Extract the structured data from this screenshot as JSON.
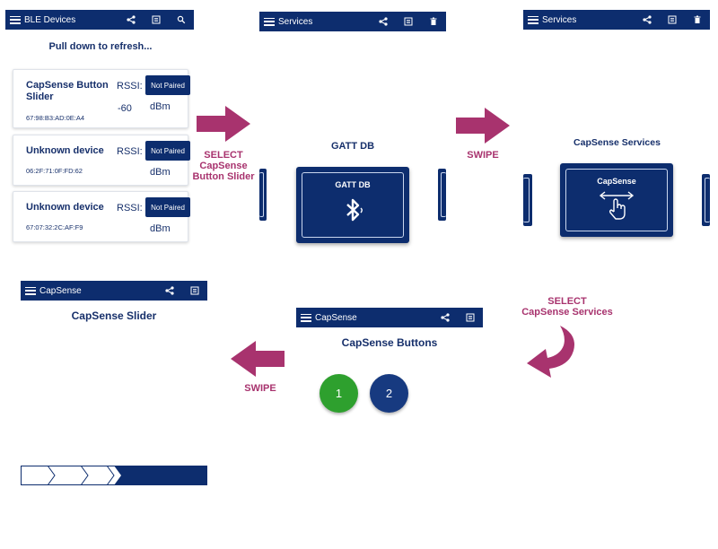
{
  "screen_ble": {
    "title": "BLE Devices",
    "refresh_hint": "Pull down to refresh...",
    "devices": [
      {
        "name": "CapSense Button Slider",
        "mac": "67:98:B3:AD:0E:A4",
        "rssi_label": "RSSI:",
        "rssi_value": "-60",
        "unit": "dBm",
        "status": "Not Paired"
      },
      {
        "name": "Unknown device",
        "mac": "06:2F:71:0F:FD:62",
        "rssi_label": "RSSI:",
        "rssi_value": "",
        "unit": "dBm",
        "status": "Not Paired"
      },
      {
        "name": "Unknown device",
        "mac": "67:07:32:2C:AF:F9",
        "rssi_label": "RSSI:",
        "rssi_value": "",
        "unit": "dBm",
        "status": "Not Paired"
      }
    ]
  },
  "arrow1": {
    "label": "SELECT\nCapSense\nButton Slider"
  },
  "screen_gatt": {
    "title": "Services",
    "heading": "GATT DB",
    "card_label": "GATT DB"
  },
  "arrow2": {
    "label": "SWIPE"
  },
  "screen_capsense_services": {
    "title": "Services",
    "heading": "CapSense Services",
    "card_label": "CapSense"
  },
  "arrow3": {
    "label": "SELECT\nCapSense Services"
  },
  "screen_buttons": {
    "title": "CapSense",
    "heading": "CapSense Buttons",
    "buttons": [
      {
        "label": "1",
        "color": "#2ea02e"
      },
      {
        "label": "2",
        "color": "#173a80"
      }
    ]
  },
  "arrow4": {
    "label": "SWIPE"
  },
  "screen_slider": {
    "title": "CapSense",
    "heading": "CapSense Slider",
    "slider_fill_fraction": 0.5
  },
  "colors": {
    "primary": "#0d2d6e",
    "accent": "#a8336e",
    "text": "#17306b"
  }
}
